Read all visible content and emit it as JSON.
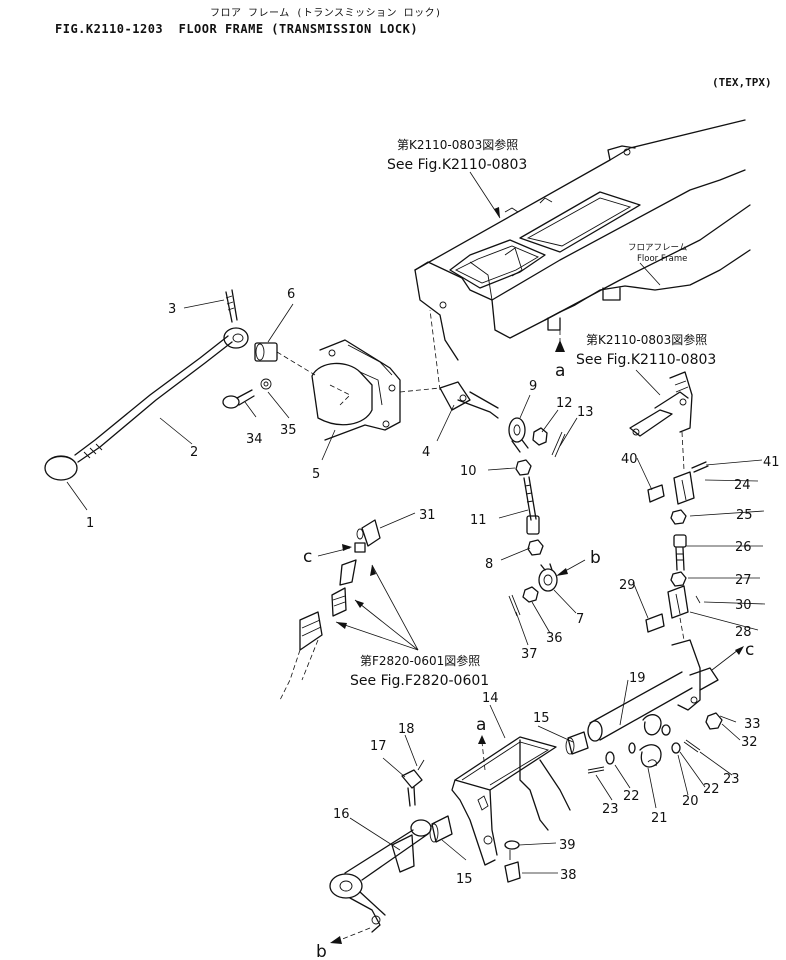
{
  "header": {
    "katakana_title": "フロア フレーム (トランスミッション ロック)",
    "figure_title": "FIG.K2110-1203  FLOOR FRAME (TRANSMISSION LOCK)",
    "models": "(TEX,TPX)"
  },
  "references": {
    "ref_upper_jp": "第K2110-0803図参照",
    "ref_upper_en": "See Fig.K2110-0803",
    "floor_frame_jp": "フロアフレーム",
    "floor_frame_en": "Floor Frame",
    "ref_right_jp": "第K2110-0803図参照",
    "ref_right_en": "See Fig.K2110-0803",
    "ref_lower_jp": "第F2820-0601図参照",
    "ref_lower_en": "See Fig.F2820-0601"
  },
  "connection_letters": {
    "a_top": "a",
    "a_lower": "a",
    "b_right": "b",
    "b_bottom": "b",
    "c_left": "c",
    "c_right": "c"
  },
  "part_numbers": {
    "p1": "1",
    "p2": "2",
    "p3": "3",
    "p4": "4",
    "p5": "5",
    "p6": "6",
    "p7": "7",
    "p8": "8",
    "p9": "9",
    "p10": "10",
    "p11": "11",
    "p12": "12",
    "p13": "13",
    "p14": "14",
    "p15a": "15",
    "p15b": "15",
    "p16": "16",
    "p17": "17",
    "p18": "18",
    "p19": "19",
    "p20": "20",
    "p21": "21",
    "p22a": "22",
    "p22b": "22",
    "p23a": "23",
    "p23b": "23",
    "p24": "24",
    "p25": "25",
    "p26": "26",
    "p27": "27",
    "p28": "28",
    "p29": "29",
    "p30": "30",
    "p31": "31",
    "p32": "32",
    "p33": "33",
    "p34": "34",
    "p35": "35",
    "p36": "36",
    "p37": "37",
    "p38": "38",
    "p39": "39",
    "p40": "40",
    "p41": "41"
  }
}
